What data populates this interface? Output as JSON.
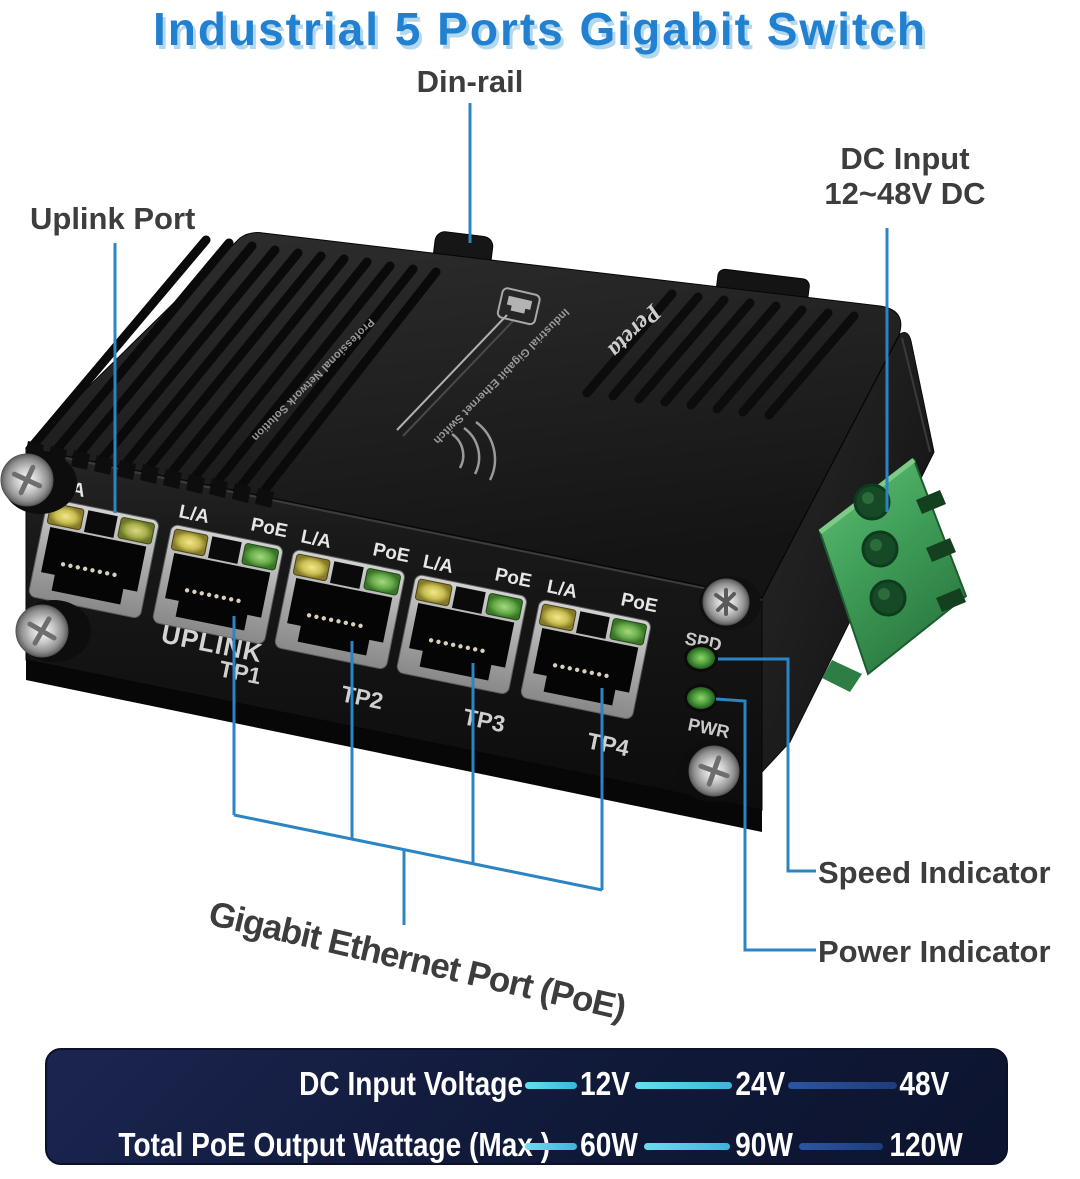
{
  "title": "Industrial 5 Ports Gigabit Switch",
  "callouts": {
    "din_rail": "Din-rail",
    "uplink_port": "Uplink Port",
    "dc_input_line1": "DC Input",
    "dc_input_line2": "12~48V DC",
    "speed_indicator": "Speed Indicator",
    "power_indicator": "Power Indicator",
    "gigabit_ethernet": "Gigabit Ethernet Port (PoE)"
  },
  "device": {
    "brand_logo": "Pereta",
    "engraving_line1": "Professional Network Solution",
    "engraving_line2": "Industrial Gigabit Ethernet Switch",
    "uplink_label": "UPLINK",
    "la_label": "L/A",
    "poe_label": "PoE",
    "port_names": [
      "TP1",
      "TP2",
      "TP3",
      "TP4"
    ],
    "spd_label": "SPD",
    "pwr_label": "PWR"
  },
  "spec_table": {
    "rows": [
      {
        "label": "DC Input Voltage",
        "values": [
          "12V",
          "24V",
          "48V"
        ]
      },
      {
        "label": "Total PoE Output Wattage (Max )",
        "values": [
          "60W",
          "90W",
          "120W"
        ]
      }
    ]
  },
  "colors": {
    "annotation_line": "#2b84c4",
    "title_blue": "#2181d0",
    "table_bg": "#101938",
    "table_line_cyan": "#55d5e8",
    "led_green": "#4e9e3f",
    "led_yellow": "#c9bd55",
    "terminal_green": "#3f9e58"
  }
}
